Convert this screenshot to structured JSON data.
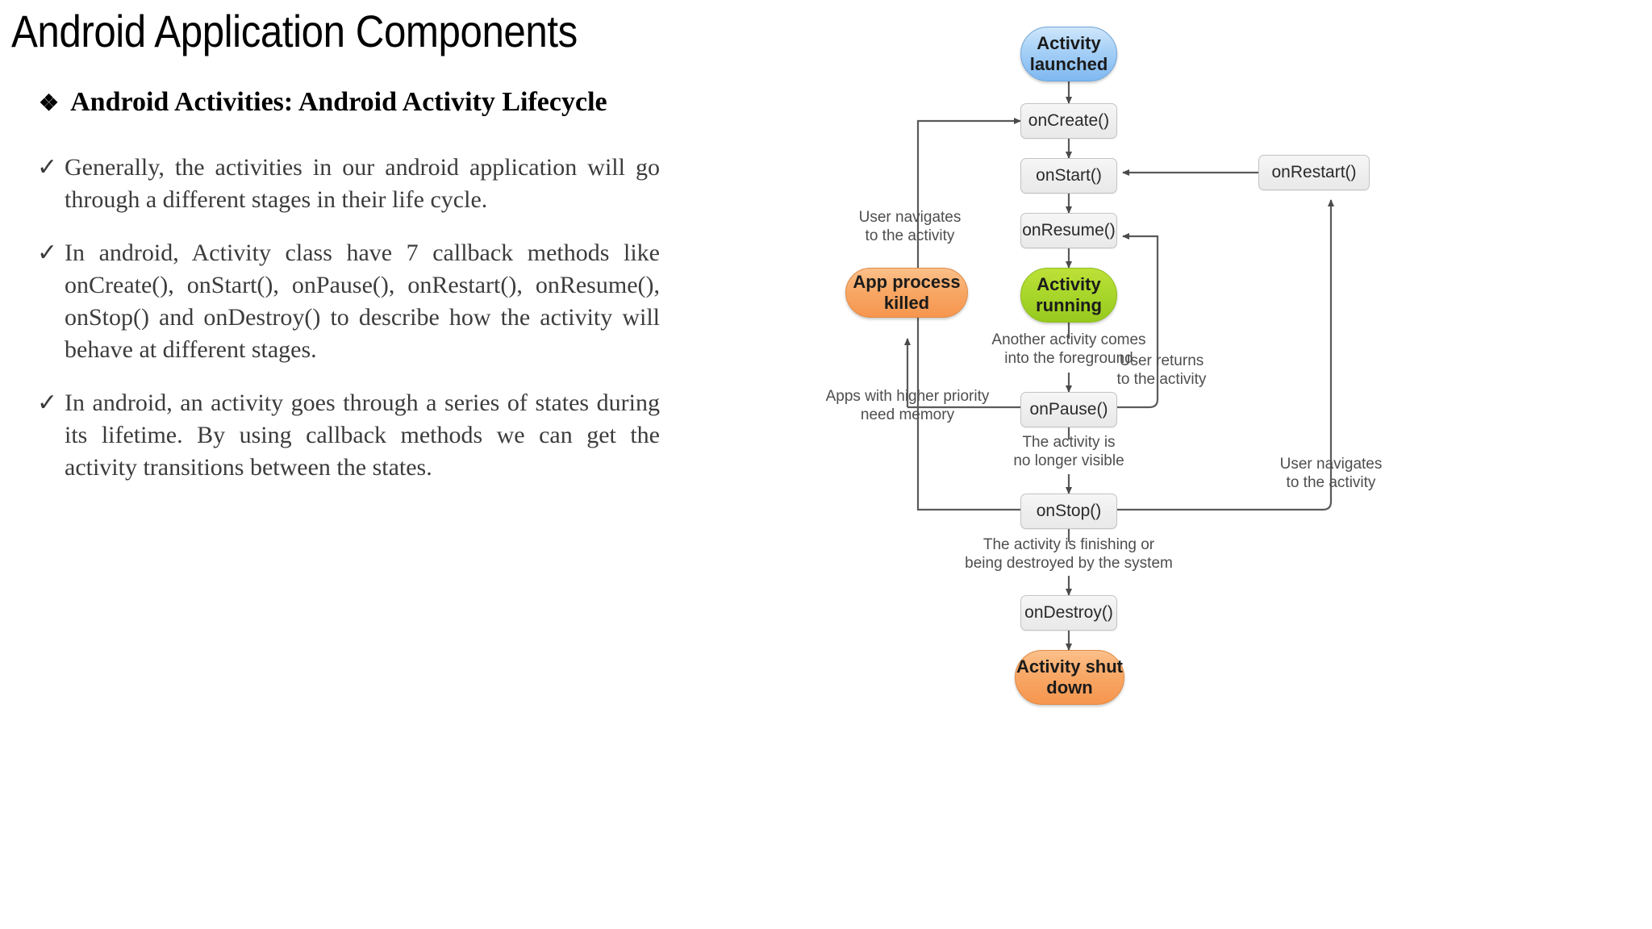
{
  "slide": {
    "title": "Android Application Components",
    "subheading": "Android Activities: Android Activity Lifecycle",
    "subheading_bullet_glyph": "❖",
    "check_glyph": "✓",
    "bullets": [
      "Generally, the activities in our android application will go through a different stages in their life cycle.",
      "In android, Activity class have 7 callback methods like onCreate(), onStart(), onPause(), onRestart(), onResume(), onStop() and onDestroy() to describe how the activity will behave at different stages.",
      "In android, an activity goes through a series of states during its lifetime. By using callback methods we can get the activity transitions between the states."
    ]
  },
  "diagram": {
    "title": "Android Activity Lifecycle",
    "nodes": [
      {
        "id": "activity-launched",
        "label": "Activity\nlaunched",
        "shape": "pill",
        "color": "#a9d2f7"
      },
      {
        "id": "on-create",
        "label": "onCreate()",
        "shape": "box",
        "color": "#eeeeee"
      },
      {
        "id": "on-start",
        "label": "onStart()",
        "shape": "box",
        "color": "#eeeeee"
      },
      {
        "id": "on-resume",
        "label": "onResume()",
        "shape": "box",
        "color": "#eeeeee"
      },
      {
        "id": "activity-running",
        "label": "Activity\nrunning",
        "shape": "pill",
        "color": "#aad72b"
      },
      {
        "id": "on-pause",
        "label": "onPause()",
        "shape": "box",
        "color": "#eeeeee"
      },
      {
        "id": "on-stop",
        "label": "onStop()",
        "shape": "box",
        "color": "#eeeeee"
      },
      {
        "id": "on-destroy",
        "label": "onDestroy()",
        "shape": "box",
        "color": "#eeeeee"
      },
      {
        "id": "activity-shut-down",
        "label": "Activity\nshut down",
        "shape": "pill",
        "color": "#f8a765"
      },
      {
        "id": "on-restart",
        "label": "onRestart()",
        "shape": "box",
        "color": "#eeeeee"
      },
      {
        "id": "app-process-killed",
        "label": "App process\nkilled",
        "shape": "pill",
        "color": "#f8a765"
      }
    ],
    "edge_labels": [
      {
        "id": "user-navigates-left",
        "text": "User navigates\nto the activity"
      },
      {
        "id": "another-activity-foreground",
        "text": "Another activity comes\ninto the foreground"
      },
      {
        "id": "apps-higher-priority",
        "text": "Apps with higher priority\nneed memory"
      },
      {
        "id": "user-returns",
        "text": "User returns\nto the activity"
      },
      {
        "id": "no-longer-visible",
        "text": "The activity is\nno longer visible"
      },
      {
        "id": "user-navigates-right",
        "text": "User navigates\nto the activity"
      },
      {
        "id": "finishing-destroyed",
        "text": "The activity is finishing or\nbeing destroyed by the system"
      }
    ]
  }
}
